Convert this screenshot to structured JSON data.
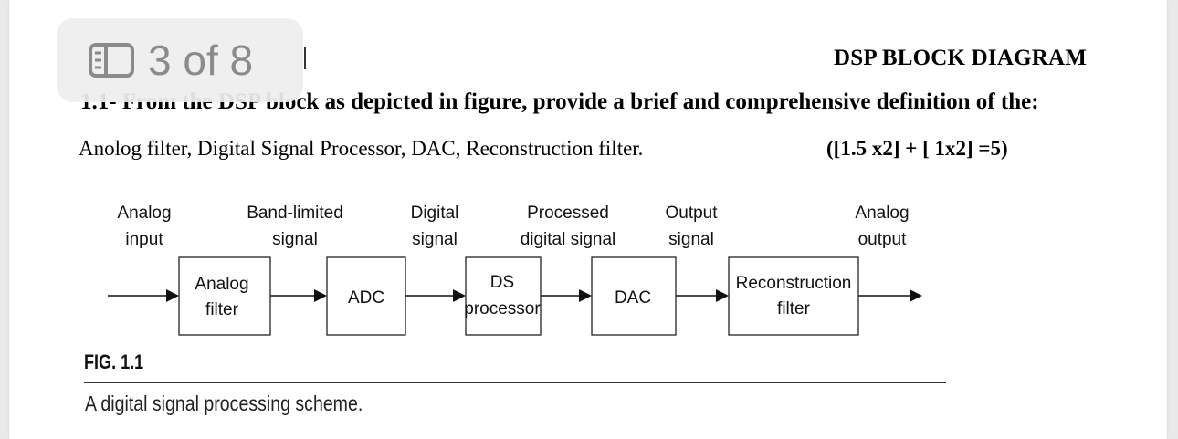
{
  "viewer": {
    "page_indicator": "3 of 8",
    "pages_icon": "sidebar-pages-icon"
  },
  "header": {
    "title": "DSP BLOCK DIAGRAM"
  },
  "question": {
    "text": "1.1- From the DSP block as depicted in figure, provide a brief and comprehensive definition of the:",
    "items": "Anolog filter, Digital Signal Processor, DAC, Reconstruction filter.",
    "marks": "([1.5 x2] + [ 1x2] =5)"
  },
  "diagram": {
    "signals": [
      {
        "line1": "Analog",
        "line2": "input"
      },
      {
        "line1": "Band-limited",
        "line2": "signal"
      },
      {
        "line1": "Digital",
        "line2": "signal"
      },
      {
        "line1": "Processed",
        "line2": "digital signal"
      },
      {
        "line1": "Output",
        "line2": "signal"
      },
      {
        "line1": "Analog",
        "line2": "output"
      }
    ],
    "blocks": [
      {
        "line1": "Analog",
        "line2": "filter"
      },
      {
        "line1": "ADC",
        "line2": ""
      },
      {
        "line1": "DS",
        "line2": "processor"
      },
      {
        "line1": "DAC",
        "line2": ""
      },
      {
        "line1": "Reconstruction",
        "line2": "filter"
      }
    ]
  },
  "figure": {
    "label": "FIG. 1.1",
    "caption": "A digital signal processing scheme."
  }
}
